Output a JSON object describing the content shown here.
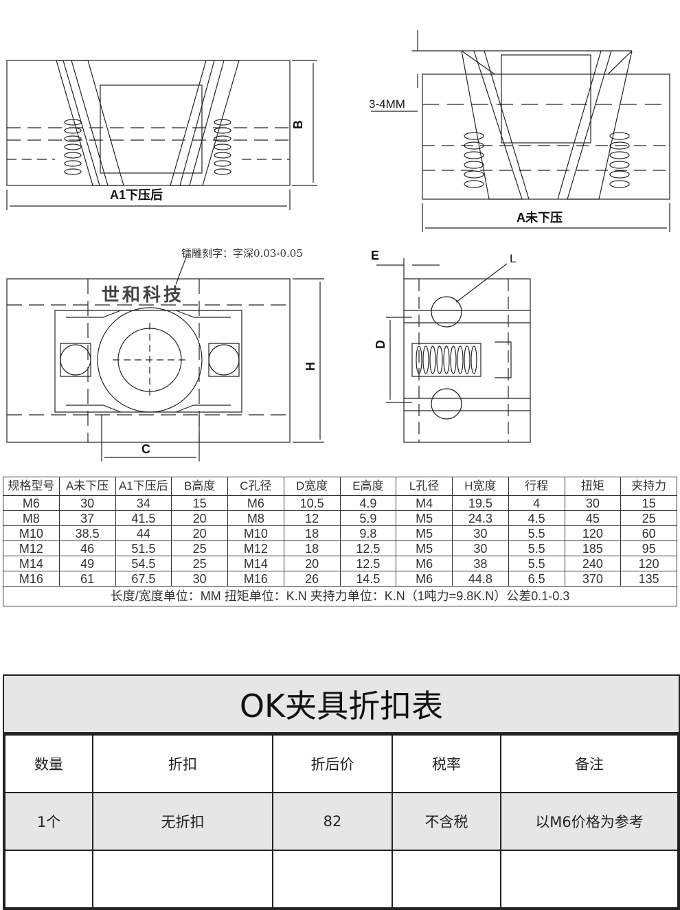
{
  "drawing": {
    "label_a1": "A1下压后",
    "label_b": "B",
    "label_a": "A未下压",
    "label_gap": "3-4MM",
    "label_engrave_note": "镭雕刻字：字深0.03-0.05",
    "label_engrave_text": "世和科技",
    "label_h": "H",
    "label_c": "C",
    "label_e": "E",
    "label_l": "L",
    "label_d": "D"
  },
  "spec_table": {
    "headers": [
      "规格型号",
      "A未下压",
      "A1下压后",
      "B高度",
      "C孔径",
      "D宽度",
      "E高度",
      "L孔径",
      "H宽度",
      "行程",
      "扭矩",
      "夹持力"
    ],
    "rows": [
      [
        "M6",
        "30",
        "34",
        "15",
        "M6",
        "10.5",
        "4.9",
        "M4",
        "19.5",
        "4",
        "30",
        "15"
      ],
      [
        "M8",
        "37",
        "41.5",
        "20",
        "M8",
        "12",
        "5.9",
        "M5",
        "24.3",
        "4.5",
        "45",
        "25"
      ],
      [
        "M10",
        "38.5",
        "44",
        "20",
        "M10",
        "18",
        "9.8",
        "M5",
        "30",
        "5.5",
        "120",
        "60"
      ],
      [
        "M12",
        "46",
        "51.5",
        "25",
        "M12",
        "18",
        "12.5",
        "M5",
        "30",
        "5.5",
        "185",
        "95"
      ],
      [
        "M14",
        "49",
        "54.5",
        "25",
        "M14",
        "20",
        "12.5",
        "M6",
        "38",
        "5.5",
        "240",
        "120"
      ],
      [
        "M16",
        "61",
        "67.5",
        "30",
        "M16",
        "26",
        "14.5",
        "M6",
        "44.8",
        "6.5",
        "370",
        "135"
      ]
    ],
    "note": "长度/宽度单位：MM  扭矩单位：K.N  夹持力单位：K.N（1吨力=9.8K.N）公差0.1-0.3"
  },
  "discount_table": {
    "title": "OK夹具折扣表",
    "headers": [
      "数量",
      "折扣",
      "折后价",
      "税率",
      "备注"
    ],
    "rows": [
      [
        "1个",
        "无折扣",
        "82",
        "不含税",
        "以M6价格为参考"
      ]
    ]
  }
}
